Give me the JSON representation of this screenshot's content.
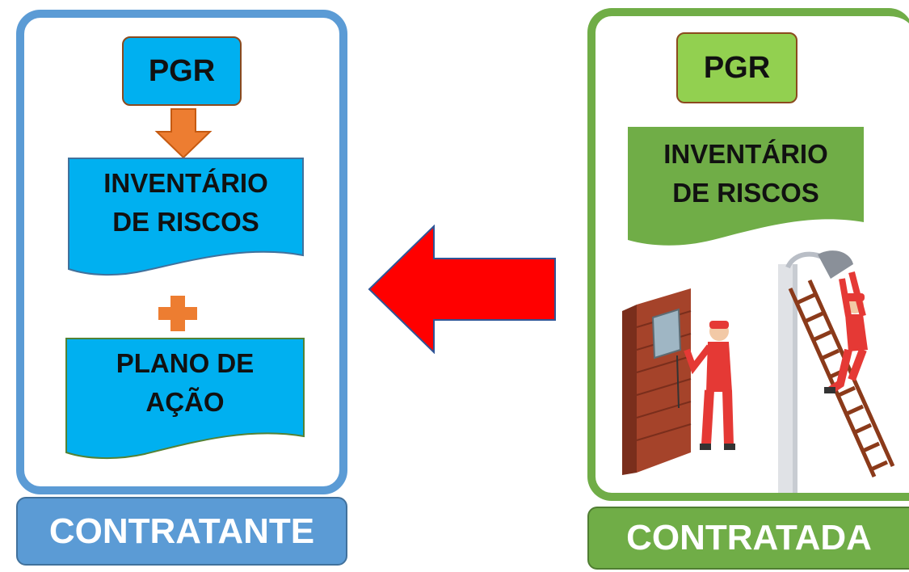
{
  "contratante": {
    "pgr": "PGR",
    "inventario_line1": "INVENTÁRIO",
    "inventario_line2": "DE RISCOS",
    "plano_line1": "PLANO DE",
    "plano_line2": "AÇÃO",
    "footer": "CONTRATANTE"
  },
  "contratada": {
    "pgr": "PGR",
    "inventario_line1": "INVENTÁRIO",
    "inventario_line2": "DE RISCOS",
    "footer": "CONTRATADA"
  },
  "colors": {
    "blue_frame": "#5b9bd5",
    "cyan_box": "#00b0f0",
    "green_frame": "#70ad47",
    "light_green_box": "#92d050",
    "orange_arrow": "#ed7d31",
    "red_arrow": "#ff0000"
  },
  "icons": [
    "down-arrow-icon",
    "plus-icon",
    "left-arrow-icon",
    "workers-illustration"
  ]
}
